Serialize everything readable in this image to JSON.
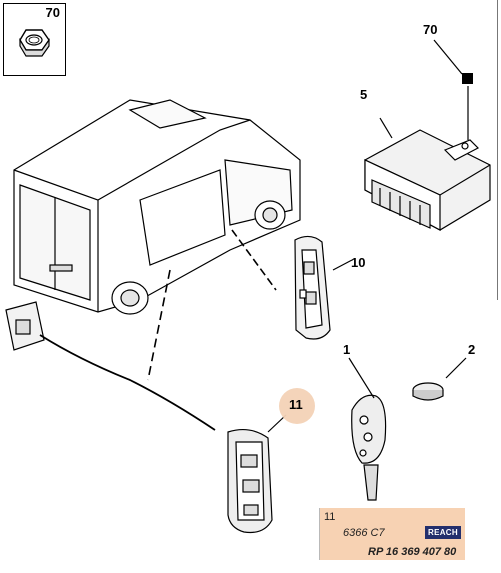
{
  "callouts": {
    "c70_inset": "70",
    "c70": "70",
    "c5": "5",
    "c10": "10",
    "c1": "1",
    "c2": "2",
    "c11": "11"
  },
  "reference": {
    "item_number": "11",
    "code": "6366 C7",
    "badge": "REACH",
    "part_number": "RP 16 369 407 80"
  },
  "colors": {
    "highlight": "#f3d2b6",
    "reference_bg": "#f7d2b3",
    "badge_bg": "#232f6d"
  }
}
